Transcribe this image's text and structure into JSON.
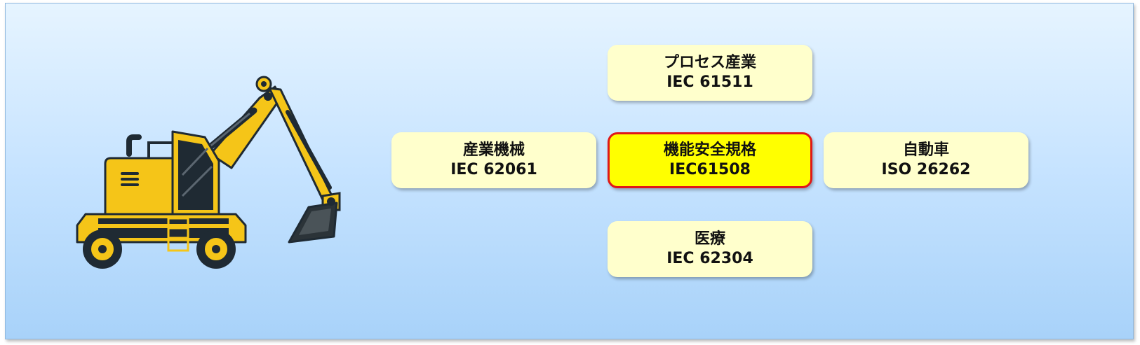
{
  "nodes": {
    "process": {
      "title": "プロセス産業",
      "standard": "IEC 61511"
    },
    "machinery": {
      "title": "産業機械",
      "standard": "IEC 62061"
    },
    "center": {
      "title": "機能安全規格",
      "standard": "IEC61508"
    },
    "automotive": {
      "title": "自動車",
      "standard": "ISO 26262"
    },
    "medical": {
      "title": "医療",
      "standard": "IEC 62304"
    }
  },
  "colors": {
    "box_fill": "#ffffcc",
    "center_fill": "#ffff00",
    "center_border": "#e01818",
    "panel_top": "#e6f4ff",
    "panel_bottom": "#a8d2f9",
    "excavator_body": "#f5c518",
    "excavator_dark": "#1f2a33"
  },
  "illustration": {
    "icon": "excavator-icon"
  }
}
